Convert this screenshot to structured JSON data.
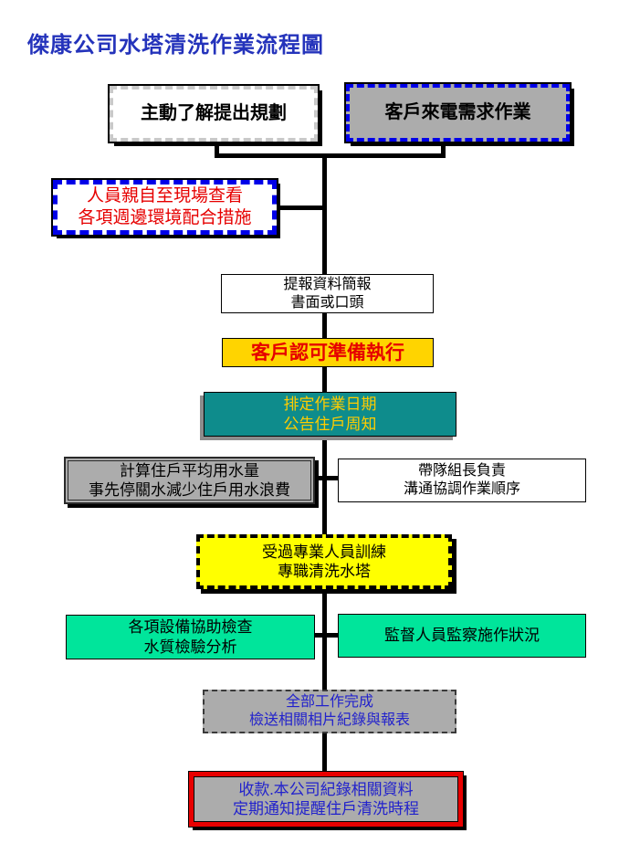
{
  "title": "傑康公司水塔清洗作業流程圖",
  "colors": {
    "title-blue": "#2433bb",
    "gray-fill": "#acacac",
    "green-fill": "#00e59b",
    "teal-fill": "#0e8c8c",
    "yellow-fill": "#ffff00",
    "gold-fill": "#ffd400",
    "gold-text": "#ffcc00",
    "red-text": "#e60000",
    "blue-text": "#2222cc",
    "blue-dash": "#0000e8",
    "red-border": "#e80000",
    "line-black": "#000000"
  },
  "boxes": {
    "plan": {
      "label": "主動了解提出規劃"
    },
    "customer_call": {
      "label": "客戶來電需求作業"
    },
    "site_visit": {
      "line1": "人員親自至現場查看",
      "line2": "各項週邊環境配合措施"
    },
    "briefing": {
      "line1": "提報資料簡報",
      "line2": "書面或口頭"
    },
    "approval": {
      "label": "客戶認可準備執行"
    },
    "schedule": {
      "line1": "排定作業日期",
      "line2": "公告住戶周知"
    },
    "water_calc": {
      "line1": "計算住戶平均用水量",
      "line2": "事先停關水減少住戶用水浪費"
    },
    "team_lead": {
      "line1": "帶隊組長負責",
      "line2": "溝通協調作業順序"
    },
    "trained_crew": {
      "line1": "受過專業人員訓練",
      "line2": "專職清洗水塔"
    },
    "equipment": {
      "line1": "各項設備協助檢查",
      "line2": "水質檢驗分析"
    },
    "supervision": {
      "label": "監督人員監察施作狀況"
    },
    "completion": {
      "line1": "全部工作完成",
      "line2": "檢送相關相片紀錄與報表"
    },
    "payment": {
      "line1": "收款.本公司紀錄相關資料",
      "line2": "定期通知提醒住戶清洗時程"
    }
  }
}
